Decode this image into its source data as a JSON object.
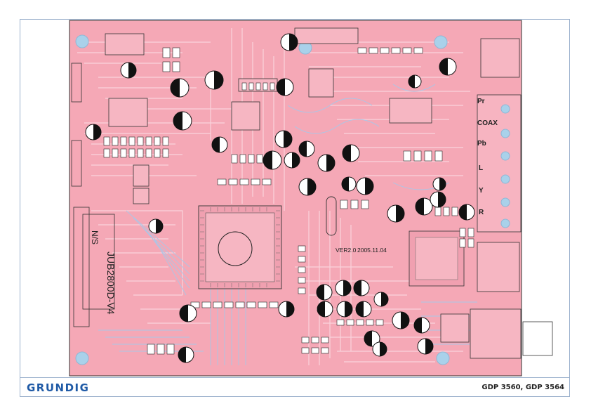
{
  "board": {
    "ns_label": "N/S",
    "model_label": "JUB2800D-V4",
    "version_label": "VER2.0",
    "date_label": "2005.11.04",
    "connectors": [
      "Pr",
      "COAX",
      "Pb",
      "L",
      "Y",
      "R"
    ]
  },
  "footer": {
    "brand": "GRUNDIG",
    "models": "GDP 3560, GDP 3564"
  },
  "colors": {
    "board": "#f5a8b6",
    "trace_light": "#fbd3dc",
    "trace_blue": "#a9c7e8",
    "frame": "#9ab0cc",
    "brand": "#1f5aa6"
  }
}
